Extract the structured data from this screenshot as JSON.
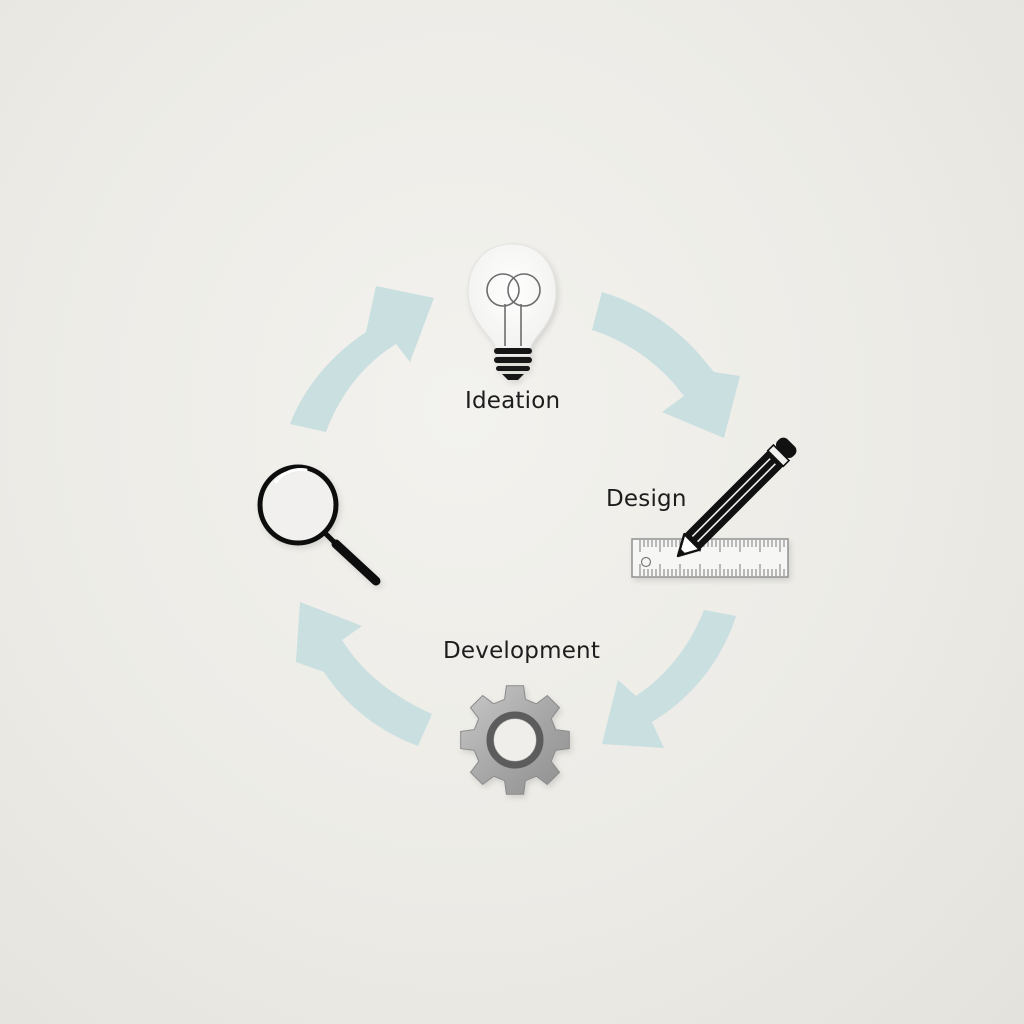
{
  "diagram": {
    "stages": [
      {
        "id": "ideation",
        "label": "Ideation",
        "icon": "lightbulb-icon"
      },
      {
        "id": "design",
        "label": "Design",
        "icon": "pencil-ruler-icon"
      },
      {
        "id": "development",
        "label": "Development",
        "icon": "gear-icon"
      },
      {
        "id": "review",
        "label": "",
        "icon": "magnifying-glass-icon"
      }
    ],
    "flow_direction": "clockwise",
    "colors": {
      "arrow": "#c9dfe0",
      "icon": "#111111",
      "gear": "#a9a9a9",
      "background": "#eeede9"
    }
  }
}
